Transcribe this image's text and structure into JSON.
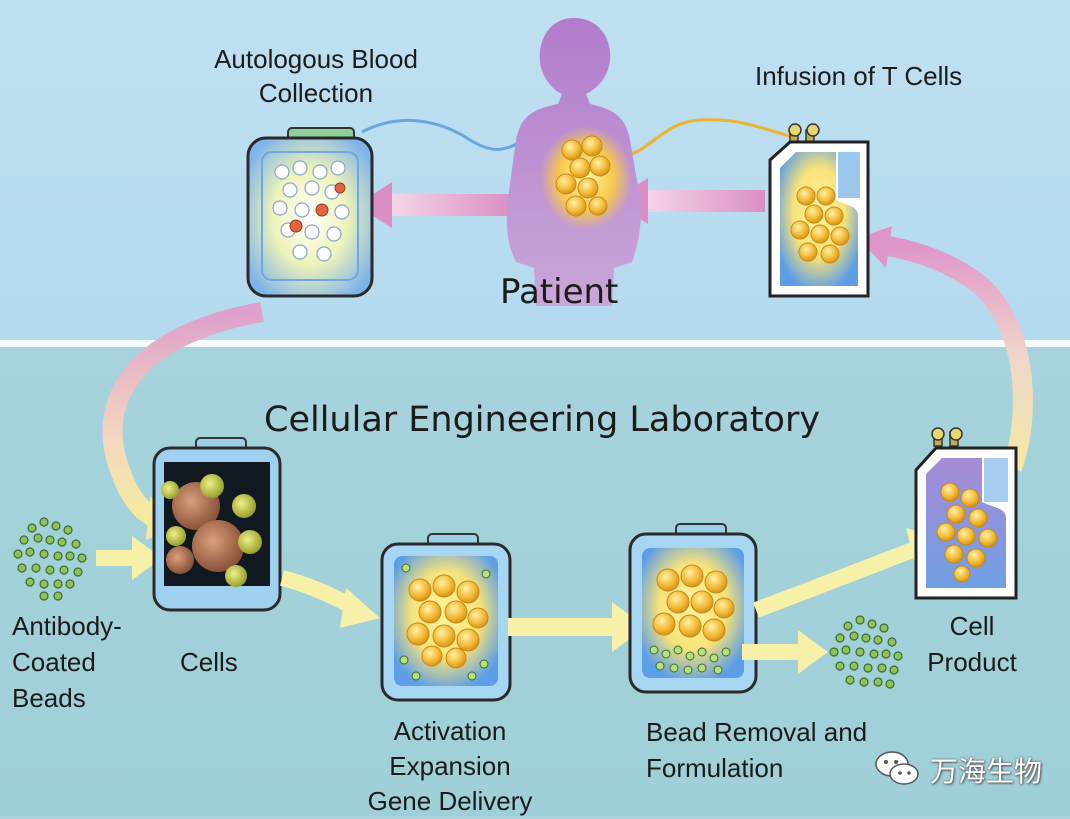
{
  "labels": {
    "autologous": "Autologous Blood\nCollection",
    "infusion": "Infusion of T Cells",
    "patient": "Patient",
    "lab": "Cellular Engineering Laboratory",
    "beads": "Antibody-\nCoated\nBeads",
    "cells": "Cells",
    "activation": "Activation\nExpansion\nGene Delivery",
    "bead_removal": "Bead Removal and\nFormulation",
    "cell_product": "Cell\nProduct"
  },
  "watermark": "万海生物",
  "colors": {
    "top_bg": "#b8dcef",
    "bottom_bg": "#a3d1da",
    "pink_arrow": "#e3a3cf",
    "yellow_arrow": "#f5eea0",
    "cell_gold": "#f2b936",
    "bead_green": "#7a9a46",
    "patient_silhouette": "#a87bc6"
  }
}
